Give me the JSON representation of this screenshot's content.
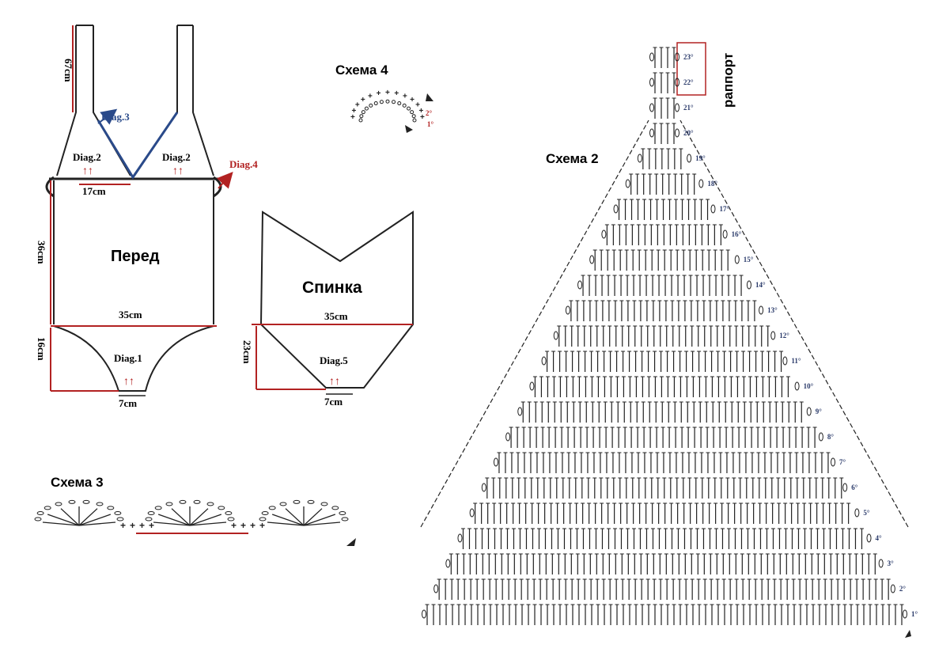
{
  "front": {
    "name": "Перед",
    "strap_length": "67cm",
    "diag2_label": "Diag.2",
    "diag3_label": "Diag.3",
    "diag4_label": "Diag.4",
    "diag1_label": "Diag.1",
    "width_top": "17cm",
    "width_mid": "35cm",
    "height_body": "36cm",
    "height_bottom": "16cm",
    "width_bottom": "7cm"
  },
  "back": {
    "name": "Спинка",
    "width_mid": "35cm",
    "height": "23cm",
    "diag5_label": "Diag.5",
    "width_bottom": "7cm"
  },
  "scheme4": {
    "title": "Схема 4",
    "rows": [
      "2°",
      "1°"
    ]
  },
  "scheme3": {
    "title": "Схема 3"
  },
  "scheme2": {
    "title": "Схема 2",
    "repeat_label": "раппорт",
    "rows": [
      "1°",
      "2°",
      "3°",
      "4°",
      "5°",
      "6°",
      "7°",
      "8°",
      "9°",
      "10°",
      "11°",
      "12°",
      "13°",
      "14°",
      "15°",
      "16°",
      "17°",
      "18°",
      "19°",
      "20°",
      "21°",
      "22°",
      "23°"
    ]
  },
  "colors": {
    "ink": "#222222",
    "red": "#b22222",
    "blue": "#2a4a8a"
  }
}
